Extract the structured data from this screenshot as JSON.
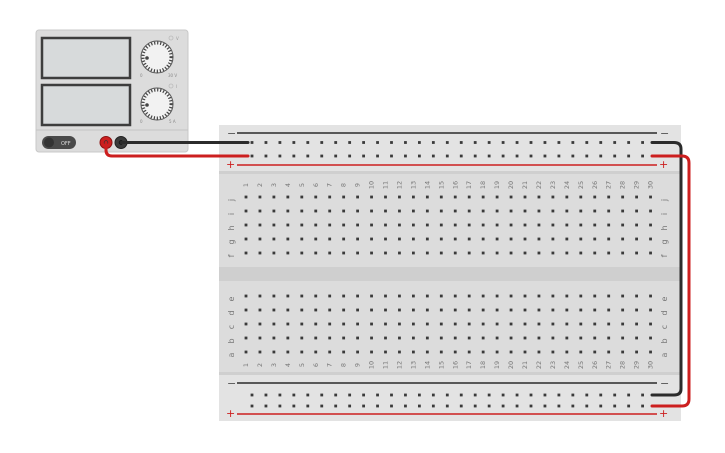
{
  "power_supply": {
    "voltage_unit": "V",
    "current_unit": "I",
    "voltage_min": "0",
    "voltage_max": "30 V",
    "current_min": "0",
    "current_max": "5 A",
    "switch_label": "OFF",
    "voltage_value": 0,
    "current_value": 0
  },
  "breadboard": {
    "minus_label": "−",
    "plus_label": "+",
    "columns": [
      "1",
      "2",
      "3",
      "4",
      "5",
      "6",
      "7",
      "8",
      "9",
      "10",
      "11",
      "12",
      "13",
      "14",
      "15",
      "16",
      "17",
      "18",
      "19",
      "20",
      "21",
      "22",
      "23",
      "24",
      "25",
      "26",
      "27",
      "28",
      "29",
      "30"
    ],
    "top_rows": [
      "j",
      "i",
      "h",
      "g",
      "f"
    ],
    "bottom_rows": [
      "e",
      "d",
      "c",
      "b",
      "a"
    ]
  },
  "colors": {
    "board": "#dcdcdc",
    "board_light": "#e6e6e6",
    "hole": "#3a3a3a",
    "red_wire": "#cc1f1f",
    "black_wire": "#2b2b2b",
    "psu_body": "#dcdcdc",
    "display_bg": "#d7dadb"
  }
}
